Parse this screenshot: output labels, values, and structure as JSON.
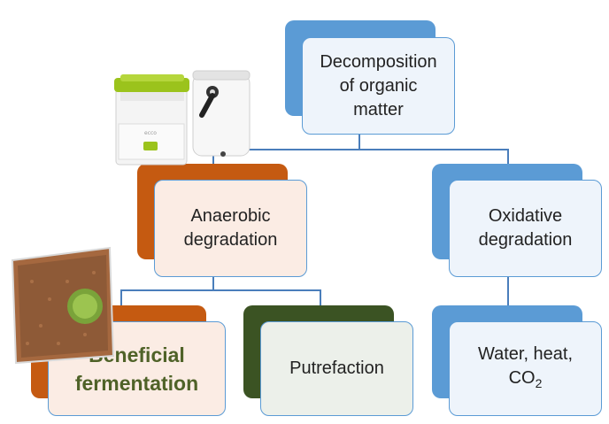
{
  "colors": {
    "blue_back": "#5b9bd5",
    "orange_back": "#c55a11",
    "dark_green_back": "#3b5323",
    "connector": "#4a7ebb",
    "beneficial_text": "#4f6228"
  },
  "diagram": {
    "root": {
      "label_lines": [
        "Decomposition",
        "of organic",
        "matter"
      ]
    },
    "anaerobic": {
      "label_lines": [
        "Anaerobic",
        "degradation"
      ]
    },
    "oxidative": {
      "label_lines": [
        "Oxidative",
        "degradation"
      ]
    },
    "beneficial": {
      "label_lines": [
        "Beneficial",
        "fermentation"
      ]
    },
    "putrefaction": {
      "label": "Putrefaction"
    },
    "water": {
      "line1": "Water, heat,",
      "line2_main": "CO",
      "line2_sub": "2"
    }
  },
  "images": {
    "bins": "compost-bins-image",
    "bag": "bran-bag-image"
  }
}
